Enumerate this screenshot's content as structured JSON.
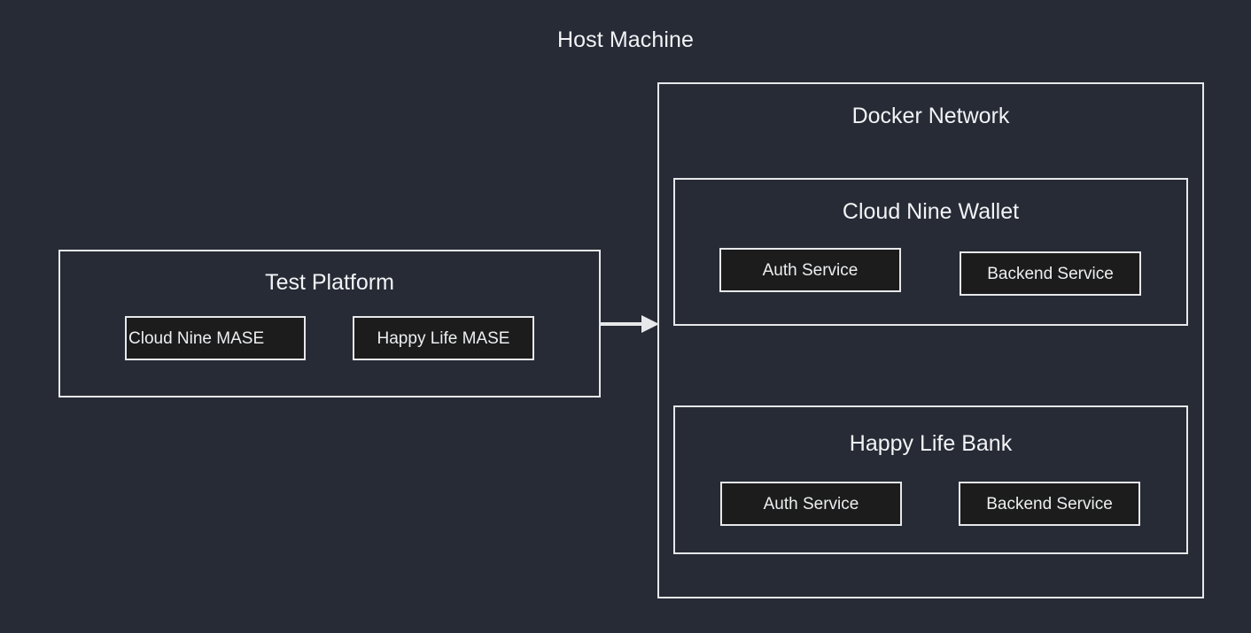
{
  "diagram": {
    "title": "Host Machine",
    "background_color": "#262b36",
    "stroke_color": "#e7e8ea",
    "node_fill_color": "#1c1c1c",
    "text_color": "#f2f3f5",
    "test_platform": {
      "title": "Test Platform",
      "nodes": [
        {
          "label": "Cloud Nine MASE"
        },
        {
          "label": "Happy Life MASE"
        }
      ]
    },
    "docker_network": {
      "title": "Docker Network",
      "groups": [
        {
          "title": "Cloud Nine Wallet",
          "nodes": [
            {
              "label": "Auth Service"
            },
            {
              "label": "Backend Service"
            }
          ]
        },
        {
          "title": "Happy Life Bank",
          "nodes": [
            {
              "label": "Auth Service"
            },
            {
              "label": "Backend Service"
            }
          ]
        }
      ]
    },
    "connector": {
      "name": "arrow-right",
      "from": "Test Platform",
      "to": "Docker Network"
    }
  }
}
